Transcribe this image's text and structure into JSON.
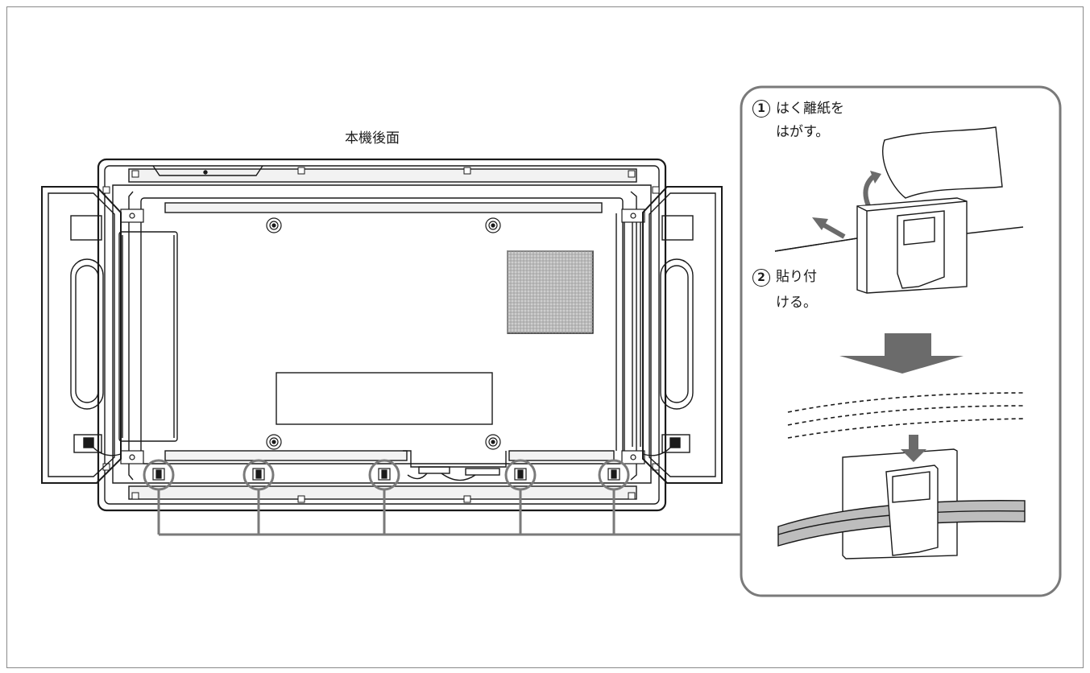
{
  "diagram": {
    "rear_title": "本機後面",
    "step1": {
      "number": "1",
      "line1": "はく離紙を",
      "line2": "はがす。"
    },
    "step2": {
      "number": "2",
      "line1": "貼り付",
      "line2": "ける。"
    }
  },
  "colors": {
    "line": "#1a1a1a",
    "callout_gray": "#7a7a7a",
    "arrow_gray": "#6b6b6b",
    "mesh_gray": "#999999"
  },
  "icons": [
    "arrow-down-icon",
    "curved-arrow-icon",
    "screw-icon",
    "cable-clamp-icon"
  ]
}
